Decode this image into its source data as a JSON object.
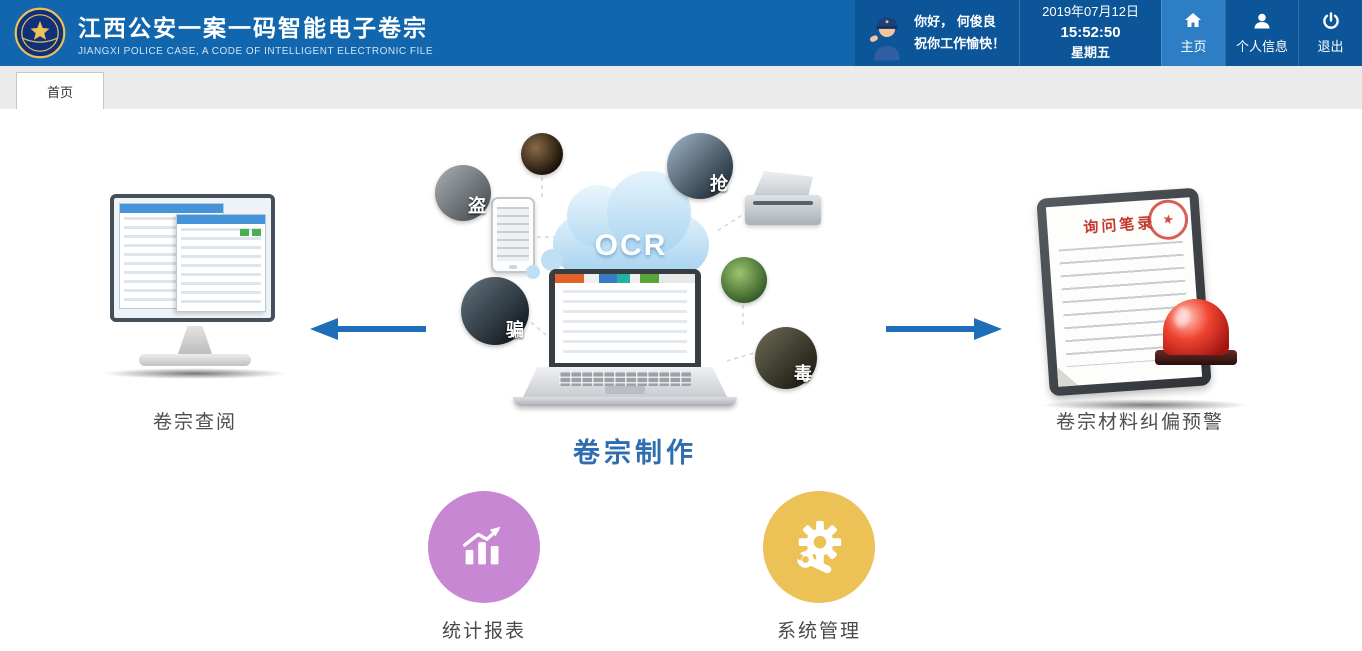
{
  "header": {
    "title": "江西公安一案一码智能电子卷宗",
    "subtitle": "JIANGXI POLICE CASE, A CODE OF INTELLIGENT ELECTRONIC FILE",
    "greeting": {
      "line1": "你好， 何俊良",
      "line2": "祝你工作愉快！"
    },
    "datetime": {
      "date": "2019年07月12日",
      "time": "15:52:50",
      "weekday": "星期五"
    },
    "nav": [
      {
        "label": "主页",
        "icon": "home-icon",
        "active": true
      },
      {
        "label": "个人信息",
        "icon": "user-icon",
        "active": false
      },
      {
        "label": "退出",
        "icon": "power-icon",
        "active": false
      }
    ]
  },
  "tabs": [
    {
      "label": "首页",
      "active": true
    }
  ],
  "diagram": {
    "left_module": {
      "label": "卷宗查阅"
    },
    "center_module": {
      "label": "卷宗制作",
      "cloud_text": "OCR"
    },
    "right_module": {
      "label": "卷宗材料纠偏预警",
      "document_title": "询问笔录"
    },
    "crime_tags": [
      {
        "char": "盗"
      },
      {
        "char": "抢"
      },
      {
        "char": "骗"
      },
      {
        "char": "毒"
      }
    ],
    "bottom_modules": [
      {
        "label": "统计报表",
        "icon": "bar-chart-icon",
        "color": "#c787d2"
      },
      {
        "label": "系统管理",
        "icon": "gear-wrench-icon",
        "color": "#ecc155"
      }
    ]
  },
  "colors": {
    "header_blue": "#1166ae",
    "header_dark_blue": "#0d5599",
    "nav_active_blue": "#2e7ec6",
    "arrow_blue": "#1e6fb8",
    "center_label_blue": "#2d6db0"
  }
}
